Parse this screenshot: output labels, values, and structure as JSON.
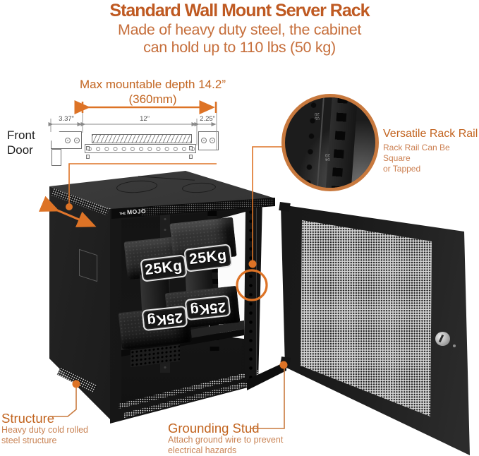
{
  "header": {
    "title": "Standard Wall Mount Server Rack",
    "subtitle_line1": "Made of heavy duty steel, the cabinet",
    "subtitle_line2": "can hold up to 110 lbs (50 kg)"
  },
  "drawing": {
    "depth_title": "Max mountable depth 14.2”",
    "depth_sub": "(360mm)",
    "dim_left": "3.37”",
    "dim_mid": "12”",
    "dim_right": "2.25”",
    "front_door_line1": "Front",
    "front_door_line2": "Door"
  },
  "callout": {
    "title": "Versatile Rack Rail",
    "line1": "Rack Rail Can Be Square",
    "line2": "or Tapped",
    "stamps": [
      "05",
      "20",
      "04",
      "20"
    ]
  },
  "annotations": {
    "structure": {
      "title": "Structure",
      "line1": "Heavy duty cold rolled",
      "line2": "steel structure"
    },
    "grounding": {
      "title": "Grounding Stud",
      "line1": "Attach ground wire to prevent",
      "line2": "electrical hazards"
    }
  },
  "cabinet": {
    "brand_prefix": "THE",
    "brand": "MOJO"
  },
  "weights": {
    "label": "25Kg"
  },
  "colors": {
    "accent": "#DD7326",
    "ring": "#C8793E",
    "title": "#BF5A22",
    "subtitle": "#C66F3C",
    "label_heading": "#C2641F",
    "label_body": "#CC8052",
    "dim_text": "#4F4F4F"
  }
}
